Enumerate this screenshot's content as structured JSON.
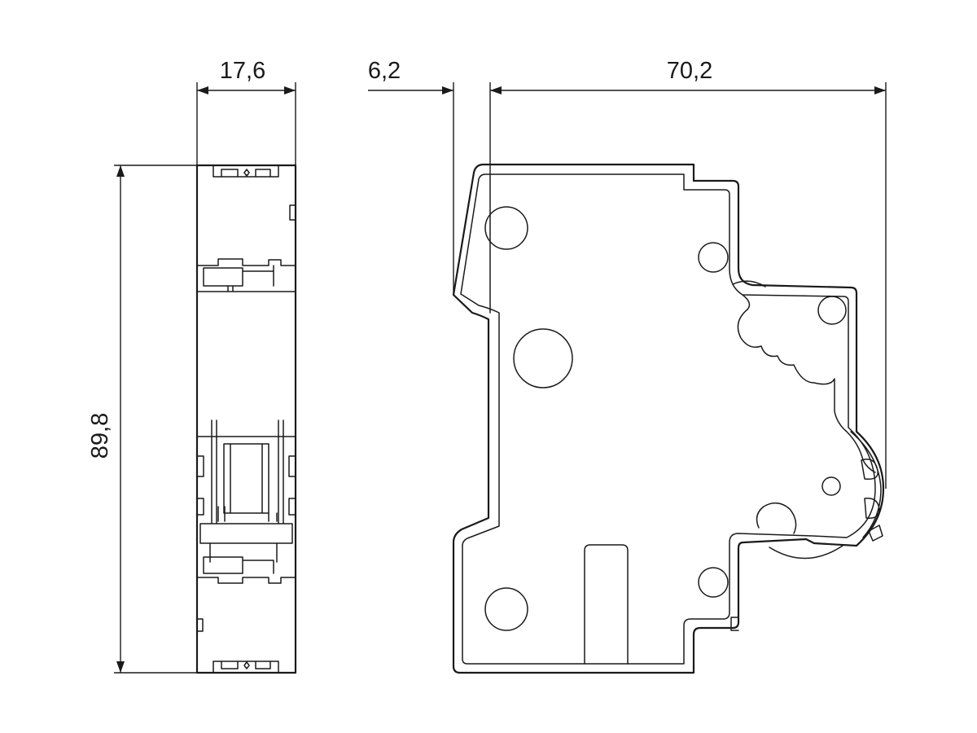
{
  "dimensions": {
    "width_front": "17,6",
    "offset_side": "6,2",
    "depth_side": "70,2",
    "height": "89,8"
  }
}
